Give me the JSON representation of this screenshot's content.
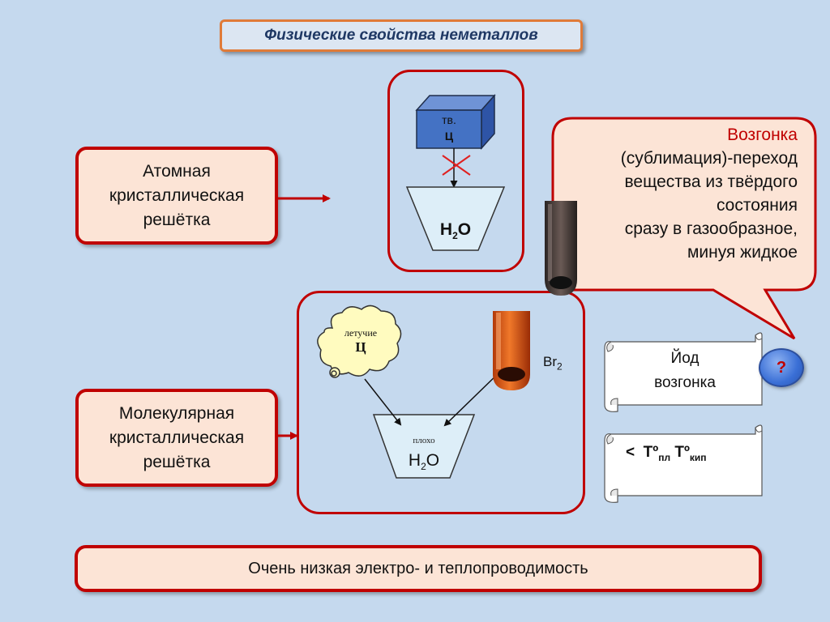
{
  "title": "Физические свойства неметаллов",
  "atomic": {
    "line1": "Атомная",
    "line2": "кристаллическая",
    "line3": "решётка"
  },
  "molecular": {
    "line1": "Молекулярная",
    "line2": "кристаллическая",
    "line3": "решётка"
  },
  "cube": {
    "line1": "тв.",
    "line2": "Ц"
  },
  "water_top": {
    "base": "H",
    "sub": "2",
    "tail": "O"
  },
  "water_bottom": {
    "note": "плохо",
    "base": "H",
    "sub": "2",
    "tail": "O"
  },
  "cloud": {
    "line1": "летучие",
    "line2": "Ц"
  },
  "bromine": {
    "base": "Br",
    "sub": "2"
  },
  "callout": {
    "heading": "Возгонка",
    "line1": "(сублимация)-переход",
    "line2": "вещества из твёрдого",
    "line3": "состояния",
    "line4": "сразу в газообразное,",
    "line5": "минуя жидкое"
  },
  "scroll_iodine": {
    "line1": "Йод",
    "line2": "возгонка"
  },
  "scroll_temp": {
    "lt": "<",
    "t1": "Тº",
    "s1": "пл",
    "t2": "Тº",
    "s2": "кип"
  },
  "question": "?",
  "bottom": "Очень низкая электро- и теплопроводимость",
  "colors": {
    "accent_red": "#c00000",
    "box_fill": "#fce4d6",
    "background": "#c5d9ee",
    "cube_blue": "#4472c4",
    "title_border": "#e07b39"
  }
}
